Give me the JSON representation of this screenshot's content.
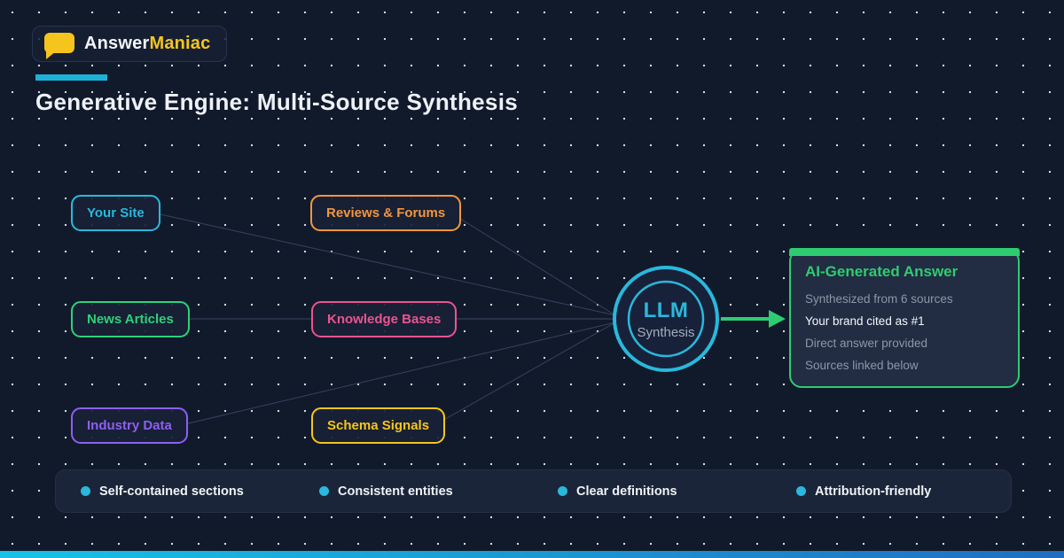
{
  "brand": {
    "name_primary": "Answer",
    "name_accent": "Maniac"
  },
  "title": "Generative Engine: Multi-Source Synthesis",
  "sources": [
    {
      "label": "Your Site",
      "color": "#2ab8dc"
    },
    {
      "label": "Reviews & Forums",
      "color": "#f2963f"
    },
    {
      "label": "News Articles",
      "color": "#2fd07c"
    },
    {
      "label": "Knowledge Bases",
      "color": "#ec538f"
    },
    {
      "label": "Industry Data",
      "color": "#8d5ff2"
    },
    {
      "label": "Schema Signals",
      "color": "#f6c51e"
    }
  ],
  "hub": {
    "label": "LLM",
    "sublabel": "Synthesis"
  },
  "answer_card": {
    "title": "AI-Generated Answer",
    "items": [
      "Synthesized from 6 sources",
      "Your brand cited as #1",
      "Direct answer provided",
      "Sources linked below"
    ]
  },
  "features": [
    "Self-contained sections",
    "Consistent entities",
    "Clear definitions",
    "Attribution-friendly"
  ],
  "colors": {
    "cyan": "#2ab8dc",
    "green": "#2ecc71",
    "yellow": "#f5c51d",
    "connector": "#3d4b68",
    "stripe_start": "#16c2e8",
    "stripe_end": "#1f6ec0"
  }
}
